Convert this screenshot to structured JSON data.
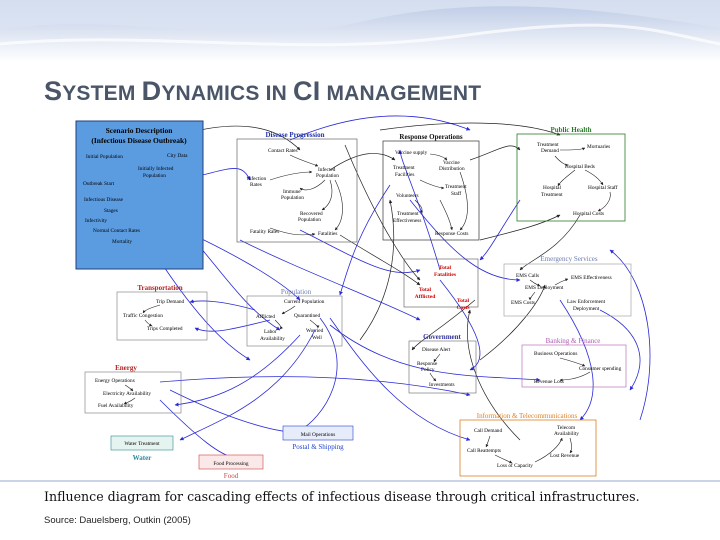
{
  "slide": {
    "title_parts": [
      "S",
      "YSTEM ",
      "D",
      "YNAMICS IN ",
      "CI",
      " MANAGEMENT"
    ],
    "caption": "Influence diagram for cascading effects of infectious disease through critical infrastructures.",
    "source": "Source: Dauelsberg, Outkin (2005)"
  },
  "colors": {
    "banner": "#c8d4ea",
    "title": "#4a5568",
    "link_blue": "#2a2ad8",
    "link_black": "#222222",
    "scenario_fill": "#5b9be0",
    "disease_title": "#2233aa",
    "public_health_title": "#2a7a2a",
    "emergency_title": "#6b7db0",
    "banking_title": "#b05ab0",
    "transport_title": "#b22222",
    "energy_title": "#b22222",
    "water_title": "#2a8a9a",
    "postal_title": "#2244cc",
    "food_title": "#cc4444",
    "info_title": "#e08020",
    "totals": "#cc0000",
    "government_title": "#333399"
  },
  "diagram": {
    "scenario": {
      "title_line1": "Scenario Description",
      "title_line2": "(Infectious Disease Outbreak)",
      "vars": [
        "Initial Population",
        "City Data",
        "Initially Infected",
        "Population",
        "Outbreak Start",
        "Infectious Disease",
        "Stages",
        "Infectivity",
        "Normal Contact Rates",
        "Mortality"
      ]
    },
    "disease": {
      "title": "Disease Progression",
      "vars": [
        "Contact Rates",
        "Infection",
        "Rates",
        "Infected",
        "Population",
        "Immune",
        "Population",
        "Recovered",
        "Population",
        "Fatality Rates",
        "Fatalities"
      ]
    },
    "response": {
      "title": "Response Operations",
      "vars": [
        "Vaccine supply",
        "Vaccine",
        "Distribution",
        "Treatment",
        "Facilities",
        "Treatment",
        "Staff",
        "Volunteers",
        "Treatment",
        "Effectiveness",
        "Response Costs"
      ]
    },
    "public_health": {
      "title": "Public Health",
      "vars": [
        "Treatment",
        "Demand",
        "Mortuaries",
        "Hospital Beds",
        "Hospital",
        "Treatment",
        "Hospital Staff",
        "Hospital Costs"
      ]
    },
    "totals": {
      "vars": [
        "Total",
        "Fatalities",
        "Total",
        "Afflicted",
        "Total",
        "Costs"
      ]
    },
    "emergency": {
      "title": "Emergency Services",
      "vars": [
        "EMS Calls",
        "EMS Effectiveness",
        "EMS Deployment",
        "EMS Costs",
        "Law Enforcement",
        "Deployment"
      ]
    },
    "population": {
      "title": "Population",
      "vars": [
        "Current Population",
        "Afflicted",
        "Quarantined",
        "Labor",
        "Availability",
        "Worried",
        "Well"
      ]
    },
    "transportation": {
      "title": "Transportation",
      "vars": [
        "Trip Demand",
        "Traffic Congestion",
        "Trips Completed"
      ]
    },
    "government": {
      "title": "Government",
      "vars": [
        "Disease Alert",
        "Response",
        "Policy",
        "Investments"
      ]
    },
    "banking": {
      "title": "Banking & Finance",
      "vars": [
        "Business Operations",
        "Consumer spending",
        "Revenue Loss"
      ]
    },
    "energy": {
      "title": "Energy",
      "vars": [
        "Energy Operations",
        "Electricity Availability",
        "Fuel Availability"
      ]
    },
    "water": {
      "title": "Water",
      "vars": [
        "Water Treatment"
      ]
    },
    "postal": {
      "title": "Postal & Shipping",
      "vars": [
        "Mail Operations"
      ]
    },
    "food": {
      "title": "Food",
      "vars": [
        "Food Processing"
      ]
    },
    "info": {
      "title": "Information & Telecommunications",
      "vars": [
        "Call Demand",
        "Telecom",
        "Availability",
        "Call Reattempts",
        "Lost Revenue",
        "Loss of Capacity"
      ]
    }
  }
}
